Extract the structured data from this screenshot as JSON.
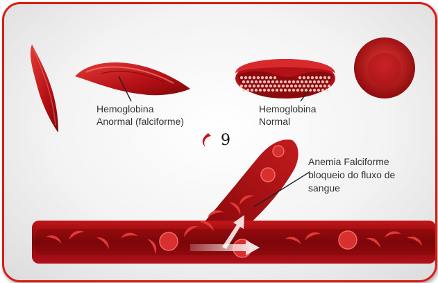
{
  "labels": {
    "abnormal_line1": "Hemoglobina",
    "abnormal_line2": "Anormal (falciforme)",
    "normal_line1": "Hemoglobina",
    "normal_line2": "Normal",
    "anemia_line1": "Anemia Falciforme",
    "anemia_line2": "bloqueio do fluxo de",
    "anemia_line3": "sangue"
  },
  "figure_number": "9",
  "colors": {
    "border": "#d81d12",
    "cell_dark": "#8e0a0a",
    "cell_mid": "#c8141b",
    "cell_light": "#e8403e",
    "vessel": "#a10c10",
    "vessel_inner": "#6f0609"
  }
}
